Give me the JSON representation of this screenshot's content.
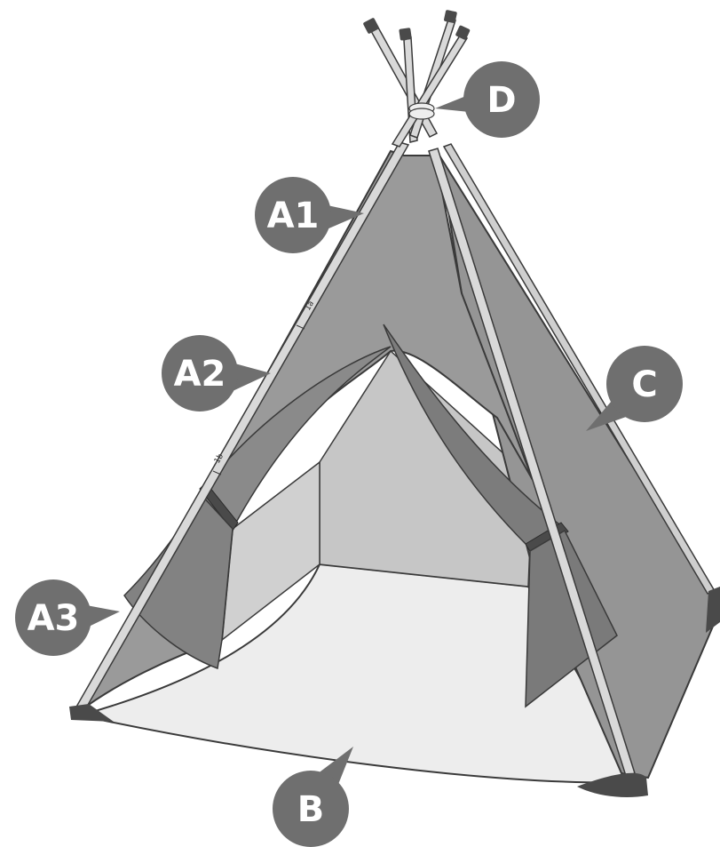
{
  "colors": {
    "callout_fill": "#6f6f6f",
    "canvas_main": "#9a9a9a",
    "canvas_dark": "#7c7c7c",
    "interior_back": "#c6c6c6",
    "interior_side": "#d0d0d0",
    "floor": "#ededed",
    "pole": "#d9d9d9",
    "outline": "#3a3a3a",
    "corner_cap": "#4a4a4a"
  },
  "callouts": {
    "a1": "A1",
    "a2": "A2",
    "a3": "A3",
    "b": "B",
    "c": "C",
    "d": "D"
  },
  "pole_marks": {
    "upper": "1a",
    "lower": "1b"
  }
}
